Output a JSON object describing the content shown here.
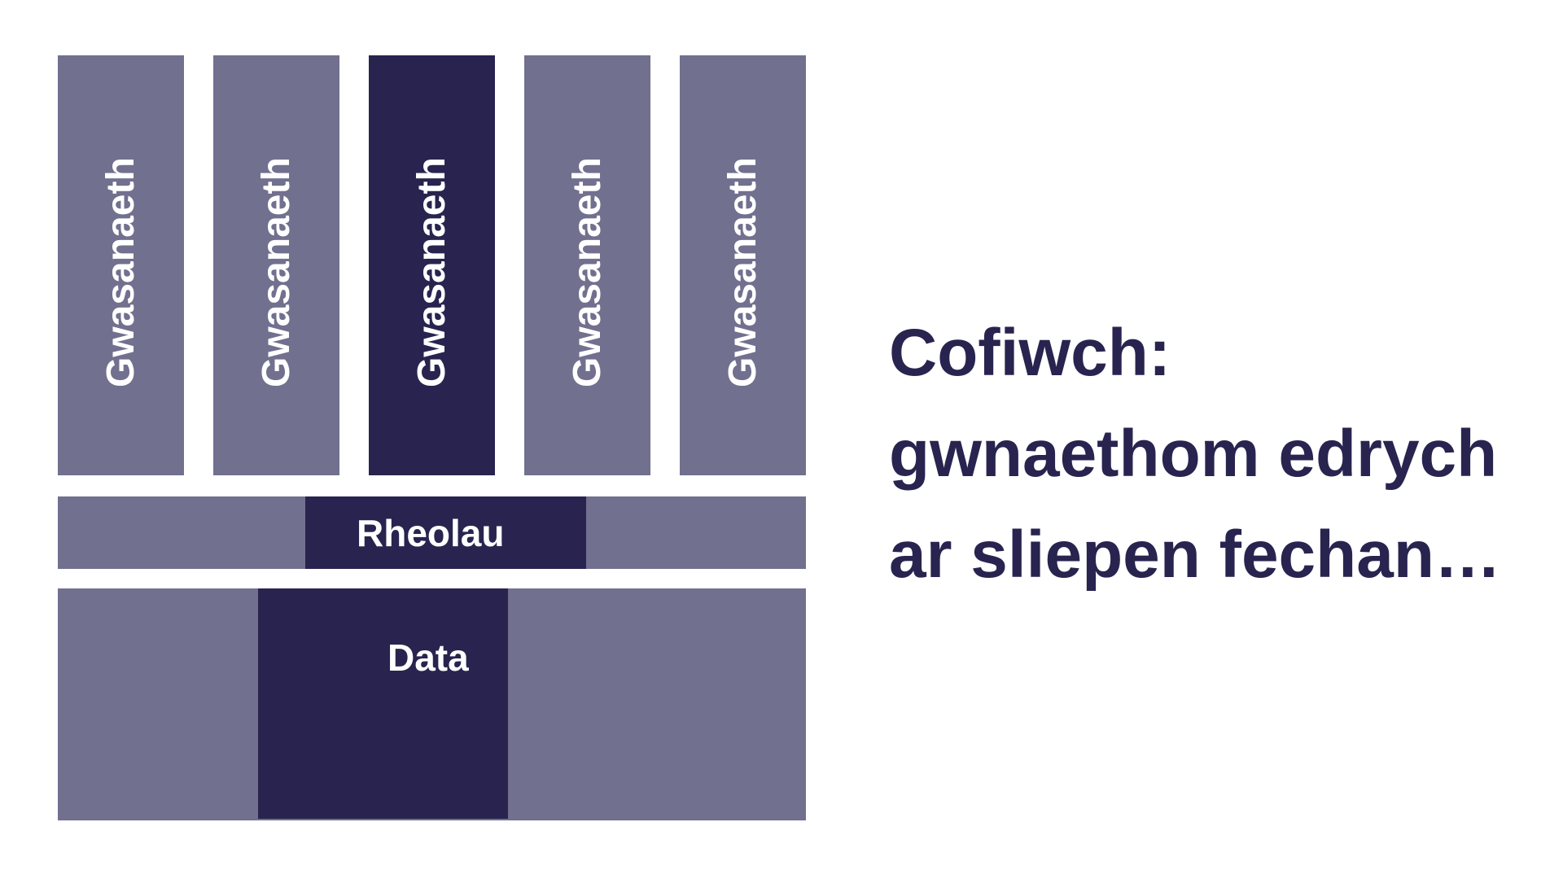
{
  "diagram": {
    "services": [
      {
        "label": "Gwasanaeth",
        "highlighted": false
      },
      {
        "label": "Gwasanaeth",
        "highlighted": false
      },
      {
        "label": "Gwasanaeth",
        "highlighted": true
      },
      {
        "label": "Gwasanaeth",
        "highlighted": false
      },
      {
        "label": "Gwasanaeth",
        "highlighted": false
      }
    ],
    "rules_layer": {
      "label": "Rheolau"
    },
    "data_layer": {
      "label": "Data"
    }
  },
  "message": {
    "line1": "Cofiwch:",
    "line2": "gwnaethom edrych",
    "line3": "ar sliepen fechan…"
  },
  "colors": {
    "light": "#71708f",
    "dark": "#28244f",
    "background": "#ffffff"
  }
}
